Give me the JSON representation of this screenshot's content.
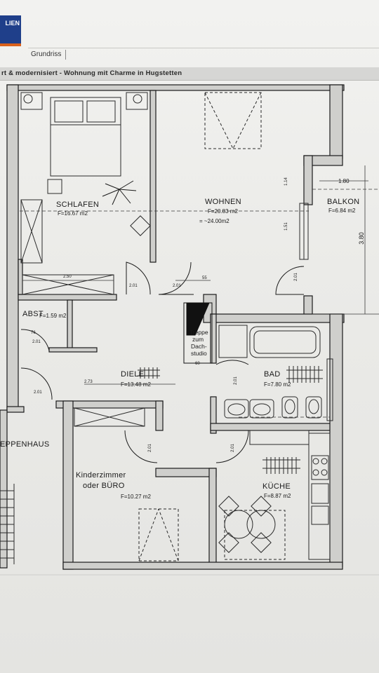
{
  "header": {
    "logo_text": "LIEN",
    "tab_label": "Grundriss",
    "title": "rt & modernisiert - Wohnung mit Charme in Hugstetten"
  },
  "rooms": {
    "schlafen": {
      "name": "SCHLAFEN",
      "area": "F=16.67 m2"
    },
    "wohnen": {
      "name": "WOHNEN",
      "area": "F=20.83 m2",
      "area_alt": "= ~24.00m2"
    },
    "balkon": {
      "name": "BALKON",
      "area": "F=6.84 m2"
    },
    "abst": {
      "name": "ABST",
      "area": "F=1.59 m2"
    },
    "diele": {
      "name": "DIELE",
      "area": "F=13.48 m2"
    },
    "bad": {
      "name": "BAD",
      "area": "F=7.80 m2"
    },
    "treppenhaus": {
      "name": "EPPENHAUS"
    },
    "kinderzimmer": {
      "name_line1": "Kinderzimmer",
      "name_line2": "oder BÜRO",
      "area": "F=10.27 m2"
    },
    "kueche": {
      "name": "KÜCHE",
      "area": "F=8.87 m2"
    }
  },
  "stair_note": [
    "Treppe",
    "zum",
    "Dach-",
    "studio"
  ],
  "dimensions": {
    "balkon_width": "1.80",
    "balkon_depth": "3.80",
    "d_250": "2.50",
    "d_201a": "2.01",
    "d_201b": "2.01",
    "d_201c": "2.01",
    "d_201d": "2.01",
    "d_201e": "2.01",
    "d_201f": "2.01",
    "d_201g": "2.01",
    "d_201h": "2.01",
    "d_55": "55",
    "d_76": "76",
    "d_273": "2.73",
    "d_60": "60",
    "d_151": "1.51",
    "d_114": "1.14"
  }
}
